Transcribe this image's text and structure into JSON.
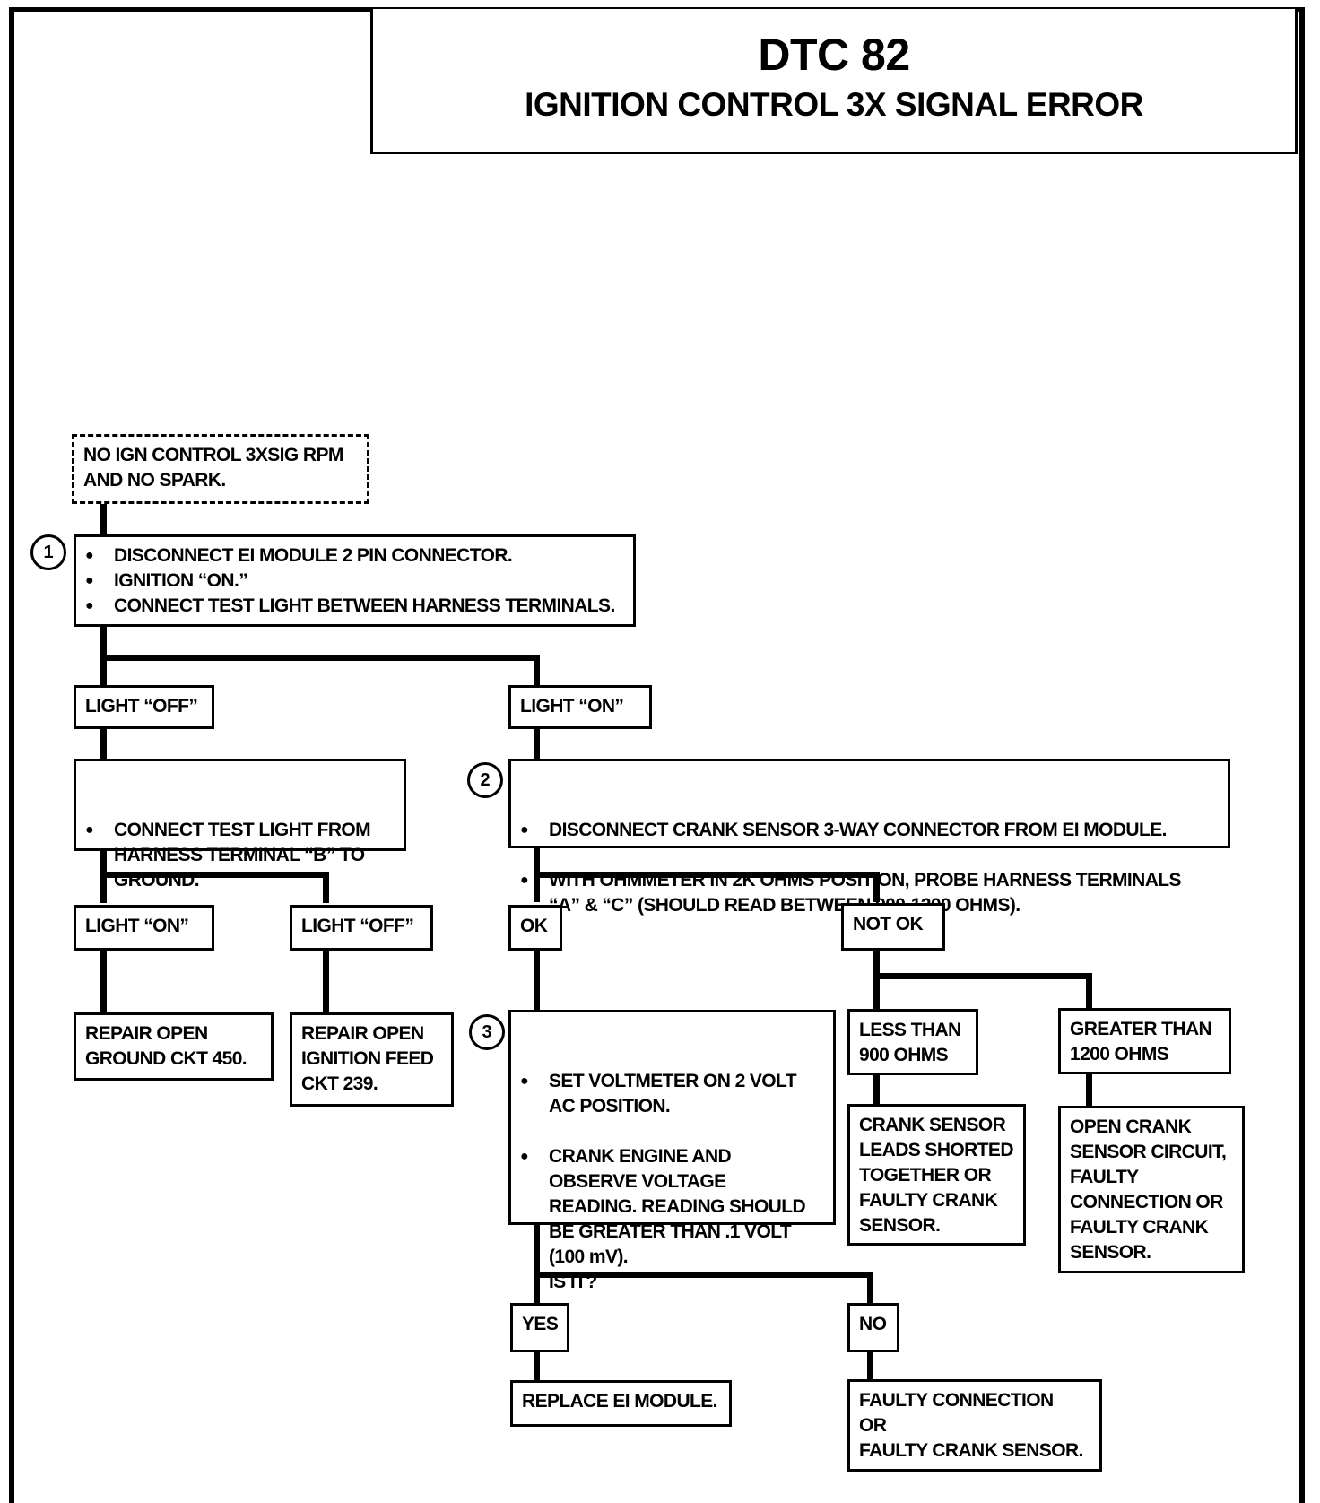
{
  "title": {
    "code": "DTC 82",
    "subtitle": "IGNITION CONTROL 3X SIGNAL ERROR"
  },
  "start": {
    "lines": [
      "NO IGN CONTROL 3XSIG RPM",
      "AND NO SPARK."
    ]
  },
  "steps": [
    {
      "number": "1",
      "bullets": [
        "DISCONNECT EI MODULE 2 PIN CONNECTOR.",
        "IGNITION “ON.”",
        "CONNECT TEST LIGHT BETWEEN HARNESS TERMINALS."
      ]
    },
    {
      "number": "2",
      "bullets": [
        "DISCONNECT CRANK SENSOR  3-WAY CONNECTOR FROM EI MODULE.",
        "WITH OHMMETER IN 2K OHMS POSITION, PROBE HARNESS TERMINALS\n“A” & “C”  (SHOULD READ BETWEEN 900-1200 OHMS)."
      ]
    },
    {
      "number": "3",
      "bullets": [
        "SET VOLTMETER ON 2 VOLT\nAC POSITION.",
        "CRANK ENGINE AND\nOBSERVE VOLTAGE\nREADING.  READING SHOULD\nBE GREATER THAN .1 VOLT\n(100 mV).\nIS IT?"
      ]
    }
  ],
  "branches": {
    "light_off": "LIGHT “OFF”",
    "light_on": "LIGHT “ON”",
    "light_on_2": "LIGHT “ON”",
    "light_off_2": "LIGHT “OFF”",
    "ok": "OK",
    "not_ok": "NOT OK",
    "less_than": "LESS THAN\n900 OHMS",
    "greater_than": "GREATER THAN\n1200 OHMS",
    "yes": "YES",
    "no": "NO"
  },
  "test_light_ground": "CONNECT TEST LIGHT  FROM\nHARNESS TERMINAL “B” TO\nGROUND.",
  "outcomes": {
    "repair_ground": "REPAIR OPEN\nGROUND CKT 450.",
    "repair_ignition": "REPAIR OPEN\nIGNITION FEED\nCKT 239.",
    "crank_shorted": "CRANK SENSOR\nLEADS SHORTED\nTOGETHER OR\nFAULTY CRANK\nSENSOR.",
    "open_crank": "OPEN CRANK\nSENSOR CIRCUIT,\nFAULTY\nCONNECTION OR\nFAULTY CRANK\nSENSOR.",
    "replace_module": "REPLACE EI MODULE.",
    "faulty_connection": "FAULTY CONNECTION\nOR\nFAULTY CRANK SENSOR."
  }
}
